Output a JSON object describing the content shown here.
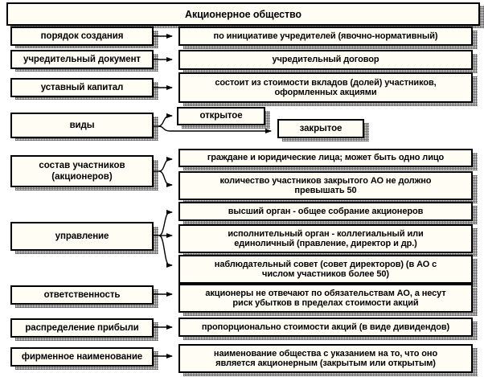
{
  "diagram": {
    "title": "Акционерное общество",
    "rows": [
      {
        "label": "порядок создания",
        "items": [
          "по инициативе учредителей (явочно-нормативный)"
        ]
      },
      {
        "label": "учредительный документ",
        "items": [
          "учредительный договор"
        ]
      },
      {
        "label": "уставный капитал",
        "items": [
          "состоит из стоимости вкладов (долей) участников, оформленных акциями"
        ]
      },
      {
        "label": "виды",
        "items": [
          "открытое",
          "закрытое"
        ]
      },
      {
        "label": "состав участников (акционеров)",
        "items": [
          "граждане и юридические лица; может быть одно лицо",
          "количество участников закрытого АО не должно превышать 50"
        ]
      },
      {
        "label": "управление",
        "items": [
          "высший орган - общее собрание акционеров",
          "исполнительный орган - коллегиальный или единоличный (правление, директор и др.)",
          "наблюдательный совет (совет директоров) (в АО с числом участников более 50)"
        ]
      },
      {
        "label": "ответственность",
        "items": [
          "акционеры не отвечают по обязательствам АО, а несут риск убытков в пределах стоимости акций"
        ]
      },
      {
        "label": "распределение прибыли",
        "items": [
          "пропорционально стоимости акций (в виде дивидендов)"
        ]
      },
      {
        "label": "фирменное наименование",
        "items": [
          "наименование общества с указанием на то, что оно является акционерным (закрытым или открытым)"
        ]
      }
    ],
    "labels": {
      "poryadok": "порядок создания",
      "uchreditelnyi_dokument": "учредительный документ",
      "ustavnyi_kapital": "уставный капитал",
      "vidy": "виды",
      "sostav_line1": "состав участников",
      "sostav_line2": "(акционеров)",
      "upravlenie": "управление",
      "otvetstvennost": "ответственность",
      "raspredelenie": "распределение прибыли",
      "firmennoe": "фирменное наименование"
    },
    "descriptions": {
      "d1": "по инициативе учредителей (явочно-нормативный)",
      "d2": "учредительный договор",
      "d3_line1": "состоит из стоимости вкладов (долей) участников,",
      "d3_line2": "оформленных акциями",
      "d4": "открытое",
      "d5": "закрытое",
      "d6": "граждане и юридические лица; может быть одно лицо",
      "d7_line1": "количество участников закрытого АО не должно",
      "d7_line2": "превышать 50",
      "d8": "высший орган - общее собрание акционеров",
      "d9_line1": "исполнительный орган - коллегиальный или",
      "d9_line2": "единоличный (правление, директор и др.)",
      "d10_line1": "наблюдательный совет (совет директоров) (в АО с",
      "d10_line2": "числом участников более 50)",
      "d11_line1": "акционеры не отвечают по обязательствам АО, а несут",
      "d11_line2": "риск убытков в пределах стоимости акций",
      "d12": "пропорционально стоимости акций (в виде дивидендов)",
      "d13_line1": "наименование общества с указанием на то, что оно",
      "d13_line2": "является акционерным (закрытым или открытым)"
    },
    "colors": {
      "box_fill": "#fffdf4",
      "border": "#000000",
      "text": "#000000",
      "background": "#ffffff"
    }
  }
}
